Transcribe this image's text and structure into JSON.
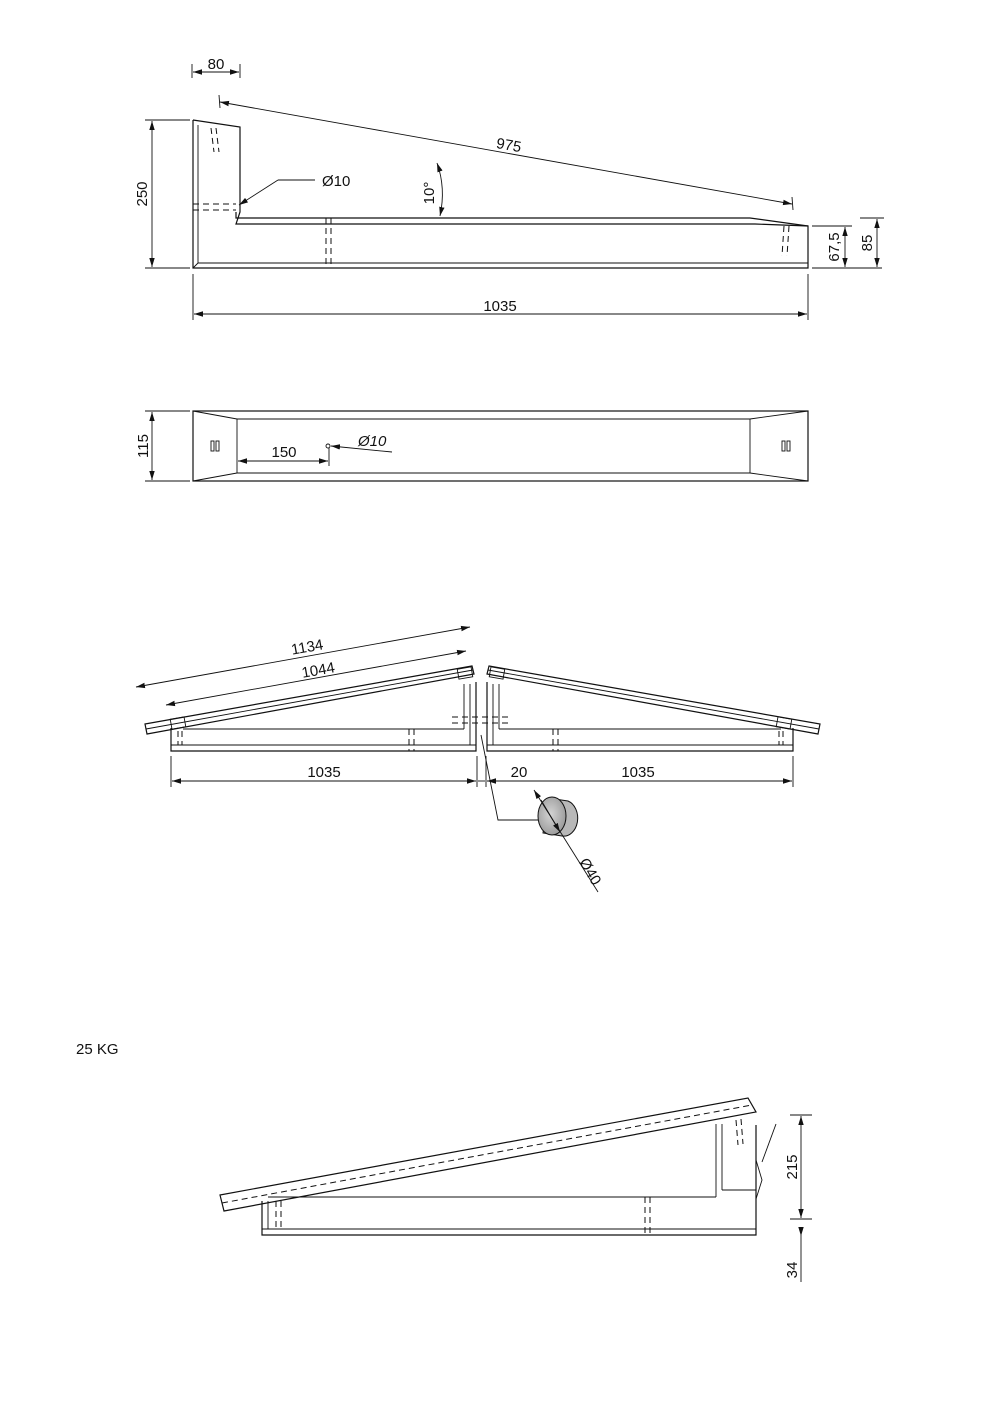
{
  "dimensions": {
    "view1": {
      "width_top": "80",
      "height": "250",
      "slope_length": "975",
      "hole": "Ø10",
      "angle": "10°",
      "end_height_small": "67,5",
      "end_height": "85",
      "total_length": "1035"
    },
    "view2": {
      "width": "115",
      "hole_offset": "150",
      "hole": "Ø10"
    },
    "view3": {
      "length_outer": "1134",
      "length_inner": "1044",
      "left_length": "1035",
      "gap": "20",
      "right_length": "1035",
      "pipe": "Ø40"
    },
    "view4": {
      "height_upper": "215",
      "height_lower": "34"
    }
  },
  "weight_note": "25 KG"
}
